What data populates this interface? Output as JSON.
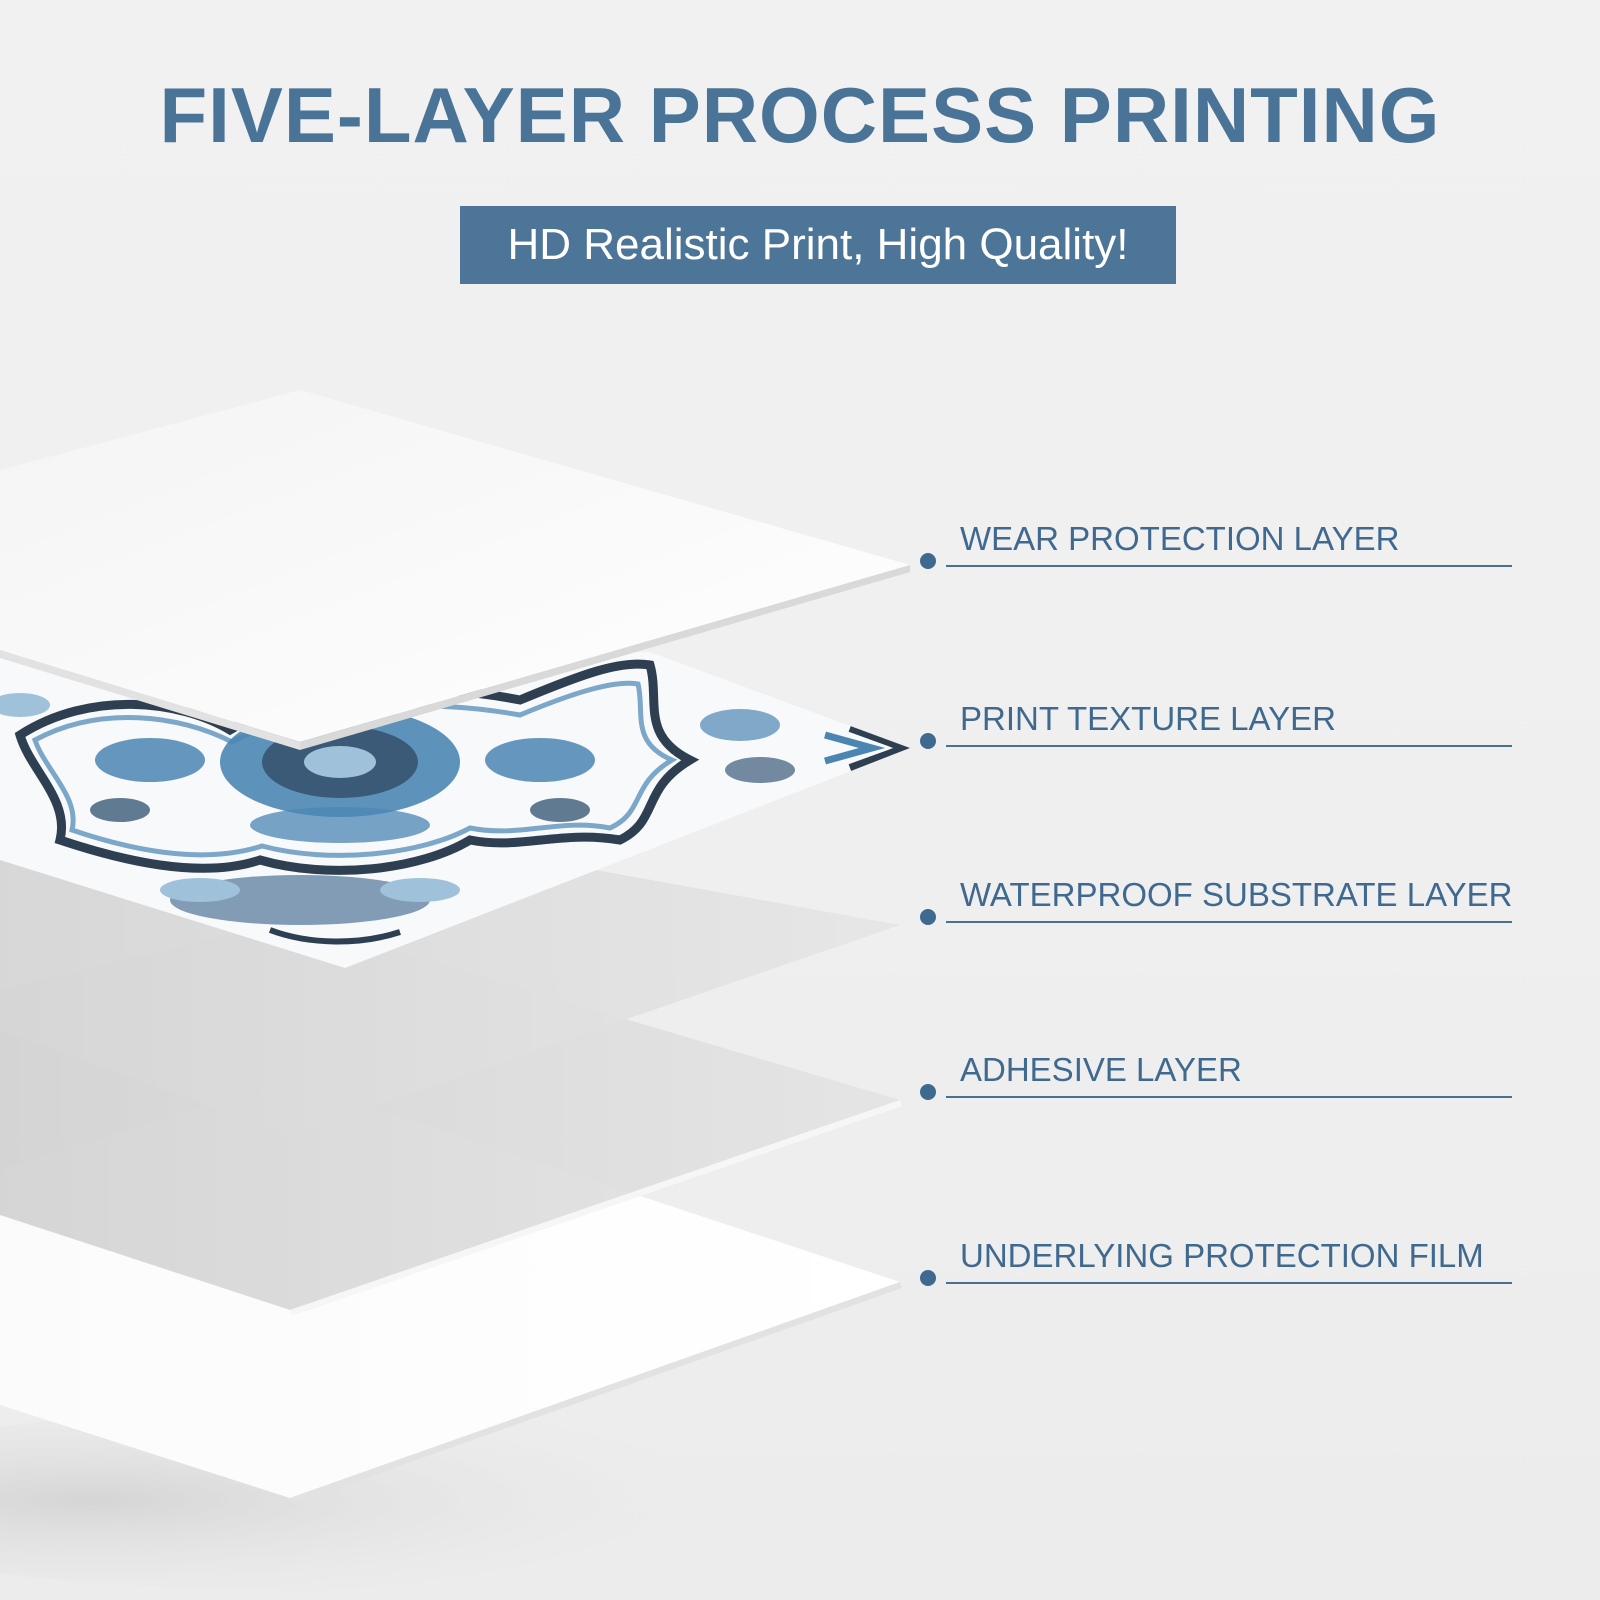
{
  "title": "FIVE-LAYER PROCESS PRINTING",
  "banner": "HD Realistic Print, High Quality!",
  "layers": [
    {
      "label": "WEAR PROTECTION LAYER"
    },
    {
      "label": "PRINT TEXTURE LAYER"
    },
    {
      "label": "WATERPROOF SUBSTRATE LAYER"
    },
    {
      "label": "ADHESIVE LAYER"
    },
    {
      "label": "UNDERLYING PROTECTION FILM"
    }
  ],
  "colors": {
    "title": "#4a7497",
    "banner_bg": "#4d7598",
    "label_text": "#40698f",
    "pattern_blue": "#4b86b3",
    "pattern_dark": "#2f3f52"
  }
}
